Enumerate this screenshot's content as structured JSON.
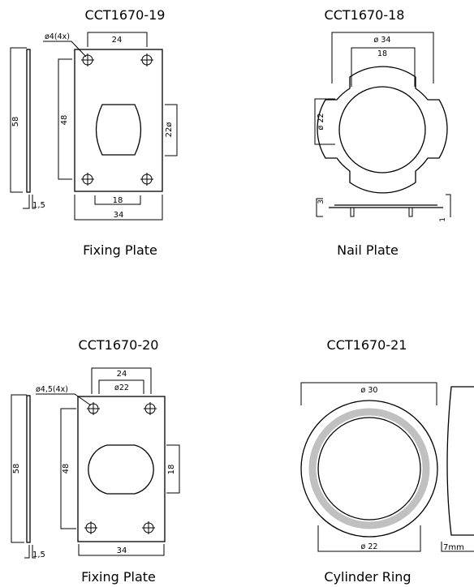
{
  "parts": [
    {
      "code": "CCT1670-19",
      "name": "Fixing Plate",
      "dims": {
        "hole": "ø4(4x)",
        "hole_spacing": "24",
        "height": "58",
        "hole_pitch": "48",
        "cutout": "22ø",
        "thickness": "1,5",
        "cutout_width": "18",
        "width": "34"
      }
    },
    {
      "code": "CCT1670-18",
      "name": "Nail Plate",
      "dims": {
        "outer_dia": "ø 34",
        "slot": "18",
        "inner_dia": "ø 22",
        "height": "3",
        "thickness": "1"
      }
    },
    {
      "code": "CCT1670-20",
      "name": "Fixing Plate",
      "dims": {
        "hole": "ø4,5(4x)",
        "hole_spacing": "24",
        "cutout_dia": "ø22",
        "height": "58",
        "hole_pitch": "48",
        "cutout_width": "18",
        "thickness": "1,5",
        "width": "34"
      }
    },
    {
      "code": "CCT1670-21",
      "name": "Cylinder Ring",
      "dims": {
        "outer_dia": "ø 30",
        "inner_dia": "ø 22",
        "depth": "7mm"
      }
    }
  ],
  "colors": {
    "line": "#000000",
    "ring": "#c0c0c0"
  }
}
